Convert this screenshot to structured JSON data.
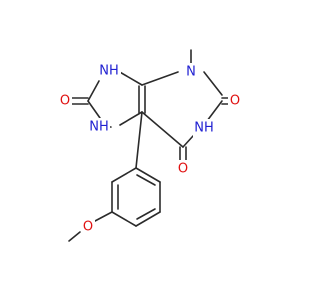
{
  "structure": {
    "colors": {
      "bond": "#2b2b2b",
      "carbon": "#2b2b2b",
      "nitrogen": "#1f1fd1",
      "oxygen": "#e01010",
      "background": "#ffffff"
    },
    "labels": {
      "o_top_left": "O",
      "nh_top": "NH",
      "n_methyl": "N",
      "o_top_right": "O",
      "nh_left": "NH",
      "nh_right": "NH",
      "o_right": "O",
      "o_methoxy": "O"
    },
    "label_elements": {
      "o_top_left": "oxygen",
      "nh_top": "nitrogen",
      "n_methyl": "nitrogen",
      "o_top_right": "oxygen",
      "nh_left": "nitrogen",
      "nh_right": "nitrogen",
      "o_right": "oxygen",
      "o_methoxy": "oxygen"
    }
  }
}
